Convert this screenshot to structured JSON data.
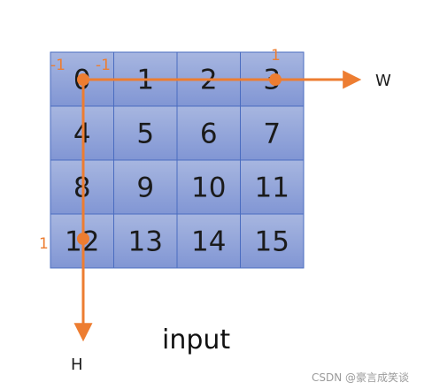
{
  "grid": {
    "cells": [
      [
        "0",
        "1",
        "2",
        "3"
      ],
      [
        "4",
        "5",
        "6",
        "7"
      ],
      [
        "8",
        "9",
        "10",
        "11"
      ],
      [
        "12",
        "13",
        "14",
        "15"
      ]
    ],
    "fill_color": "#8fa3d9",
    "border_color": "#4a6cc0"
  },
  "weights": {
    "top_left_x": "-1",
    "top_left_y": "-1",
    "top_right": "1",
    "bottom_left": "1"
  },
  "axes": {
    "x_label": "W",
    "y_label": "H",
    "color": "#ed7d31"
  },
  "caption": "input",
  "watermark": "CSDN @豪言成笑谈"
}
